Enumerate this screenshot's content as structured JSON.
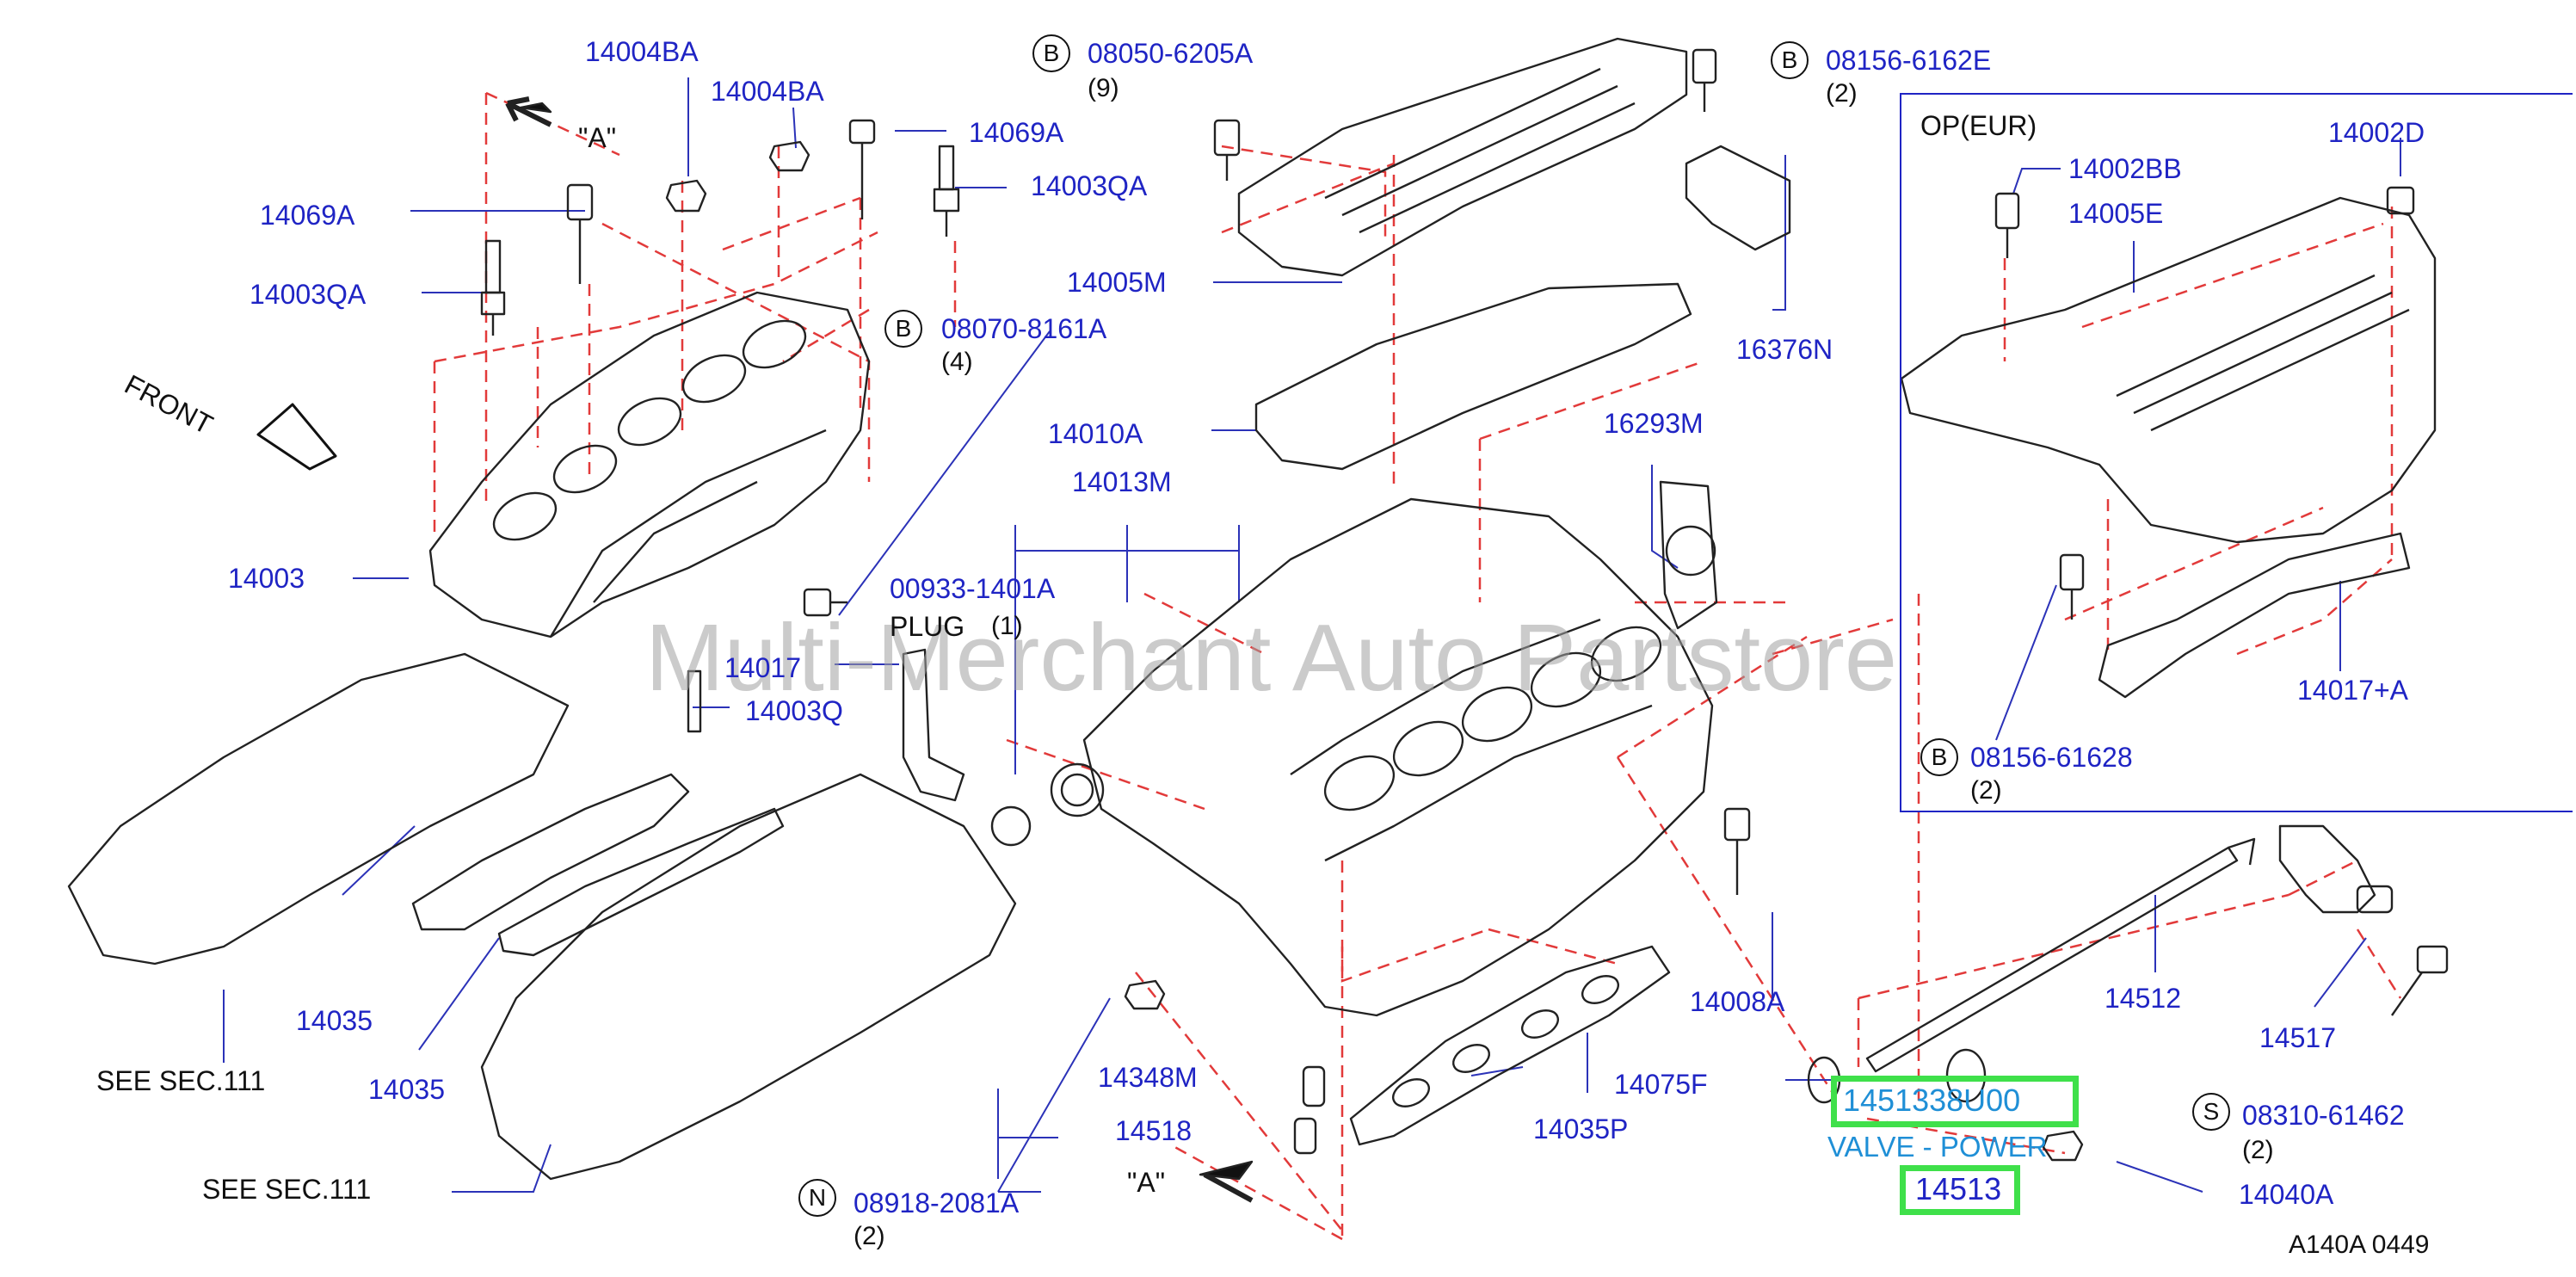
{
  "watermark": "Multi-Merchant Auto Partstore",
  "diagram_id": "A140A  0449",
  "panel_title": "OP(EUR)",
  "highlight": {
    "part_number": "1451338U00",
    "part_name": "VALVE - POWER",
    "callout": "14513"
  },
  "labels": {
    "p14004BA_1": "14004BA",
    "p14004BA_2": "14004BA",
    "p14069A_1": "14069A",
    "p14069A_2": "14069A",
    "p14003QA_1": "14003QA",
    "p14003QA_2": "14003QA",
    "p14003": "14003",
    "pA_top": "\"A\"",
    "pA_bottom": "\"A\"",
    "front": "FRONT",
    "p08050": "08050-6205A",
    "p08050_q": "(9)",
    "p08156_6162E": "08156-6162E",
    "p08156_6162E_q": "(2)",
    "p08070": "08070-8161A",
    "p08070_q": "(4)",
    "p14005M": "14005M",
    "p16376N": "16376N",
    "p14010A": "14010A",
    "p16293M": "16293M",
    "p14013M": "14013M",
    "p00933": "00933-1401A",
    "plug": "PLUG",
    "plug_q": "(1)",
    "p14017": "14017",
    "p14003Q": "14003Q",
    "p14035_1": "14035",
    "p14035_2": "14035",
    "see1": "SEE   SEC.111",
    "see2": "SEE   SEC.111",
    "p14348M": "14348M",
    "p14518": "14518",
    "p08918": "08918-2081A",
    "p08918_q": "(2)",
    "p14075F": "14075F",
    "p14035P": "14035P",
    "p14008A": "14008A",
    "p14512": "14512",
    "p14517": "14517",
    "p08310": "08310-61462",
    "p08310_q": "(2)",
    "p14040A": "14040A",
    "p14002BB": "14002BB",
    "p14002D": "14002D",
    "p14005E": "14005E",
    "p08156_61628": "08156-61628",
    "p08156_61628_q": "(2)",
    "p14017A": "14017+A"
  },
  "circled": {
    "b1": "B",
    "b2": "B",
    "b3": "B",
    "b4": "B",
    "n": "N",
    "s": "S"
  }
}
